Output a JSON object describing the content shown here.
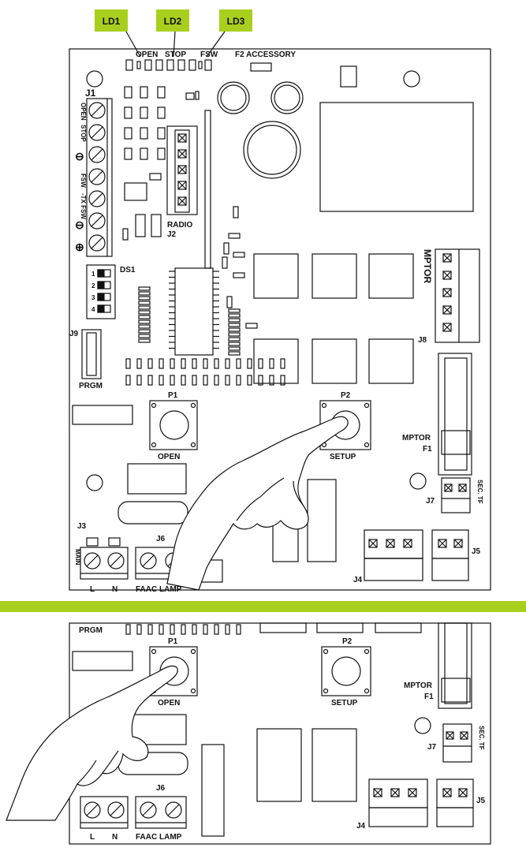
{
  "leds": {
    "ld1": "LD1",
    "ld2": "LD2",
    "ld3": "LD3"
  },
  "top_labels": {
    "open": "OPEN",
    "stop": "STOP",
    "fsw": "FSW",
    "f2_accessory": "F2 ACCESSORY"
  },
  "j1": {
    "name": "J1",
    "pins": [
      "OPEN",
      "STOP",
      "⊖",
      "FSW",
      "-TX FSW",
      "⊖",
      "⊕"
    ]
  },
  "radio": {
    "name": "RADIO",
    "connector": "J2"
  },
  "ds1": {
    "name": "DS1",
    "switches": [
      "1",
      "2",
      "3",
      "4"
    ]
  },
  "j9": {
    "name": "J9",
    "label": "PRGM"
  },
  "j8": {
    "name": "J8",
    "label": "MPTOR"
  },
  "p1": {
    "name": "P1",
    "label": "OPEN"
  },
  "p2": {
    "name": "P2",
    "label": "SETUP"
  },
  "fuse": {
    "label": "MPTOR",
    "name": "F1"
  },
  "j7": {
    "name": "J7",
    "label": "SEC. TF"
  },
  "j3": {
    "name": "J3",
    "label": "MAIN",
    "pins": [
      "L",
      "N"
    ]
  },
  "j6": {
    "name": "J6",
    "label": "FAAC LAMP"
  },
  "j4": {
    "name": "J4"
  },
  "j5": {
    "name": "J5"
  },
  "colors": {
    "led_tag": "#a8cf1e",
    "divider": "#a8cf1e",
    "line": "#111111"
  }
}
